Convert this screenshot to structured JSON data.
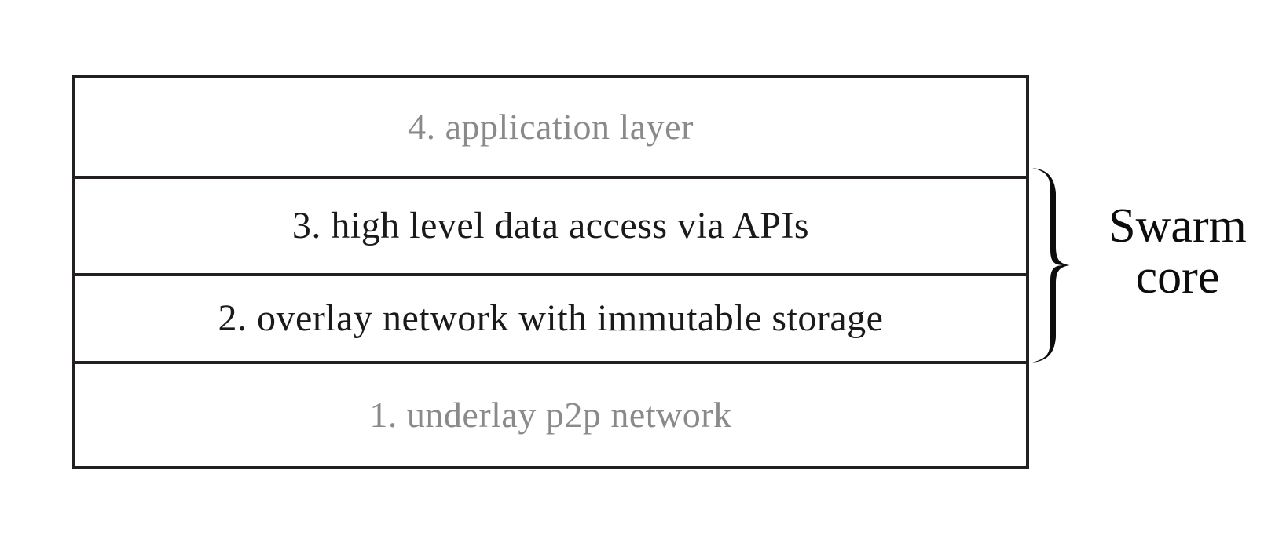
{
  "diagram": {
    "title": "Swarm layered architecture stack",
    "colors": {
      "stroke": "#231f20",
      "dim_text": "#8a8a8a",
      "active_text": "#1a1a1a",
      "annotation_text": "#0d0d0d",
      "background": "#ffffff"
    },
    "stack": {
      "layers": [
        {
          "id": "layer-4",
          "number": 4,
          "label": "4. application layer",
          "emphasis": "dim",
          "in_swarm_core": false
        },
        {
          "id": "layer-3",
          "number": 3,
          "label": "3. high level data access via APIs",
          "emphasis": "strong",
          "in_swarm_core": true
        },
        {
          "id": "layer-2",
          "number": 2,
          "label": "2. overlay network with immutable storage",
          "emphasis": "strong",
          "in_swarm_core": true
        },
        {
          "id": "layer-1",
          "number": 1,
          "label": "1. underlay p2p network",
          "emphasis": "dim",
          "in_swarm_core": false
        }
      ]
    },
    "annotation": {
      "brace_icon": "right-curly-brace-icon",
      "line_1": "Swarm",
      "line_2": "core",
      "spans_layers": [
        3,
        2
      ]
    }
  }
}
